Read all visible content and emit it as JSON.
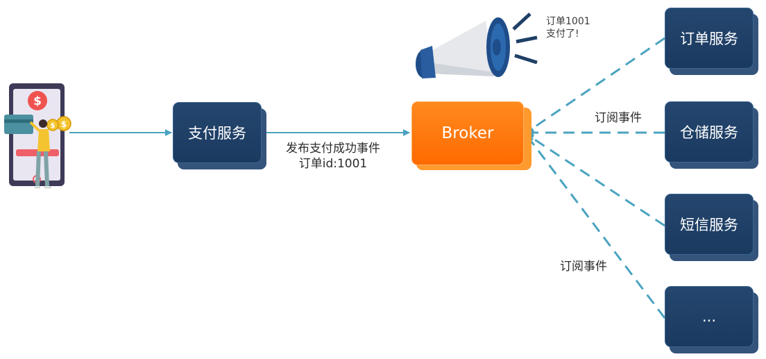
{
  "payment_service": "支付服务",
  "broker": "Broker",
  "publish_label_line1": "发布支付成功事件",
  "publish_label_line2": "订单id:1001",
  "announcement_line1": "订单1001",
  "announcement_line2": "支付了!",
  "subscribe_label_top": "订阅事件",
  "subscribe_label_bottom": "订阅事件",
  "subscribers": [
    "订单服务",
    "仓储服务",
    "短信服务",
    "..."
  ],
  "colors": {
    "service_box": "#1f3f66",
    "broker": "#ff7410",
    "arrow": "#4aa3c0"
  }
}
